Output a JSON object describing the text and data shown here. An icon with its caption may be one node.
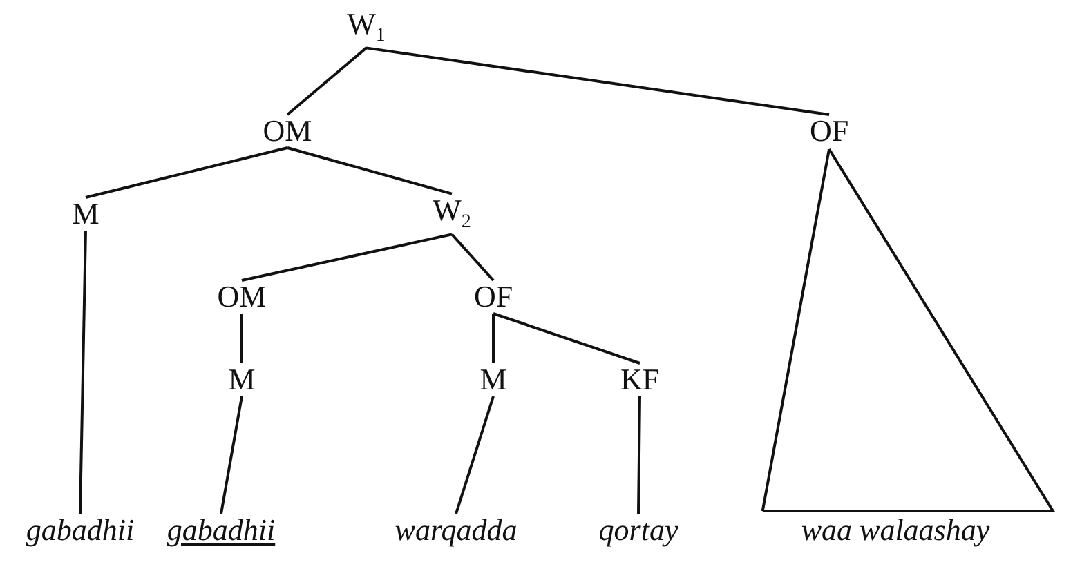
{
  "diagram": {
    "nodes": [
      {
        "text": [
          "W$_{1}$"
        ]
      },
      {
        "text": [
          "OM"
        ]
      },
      {
        "text": [
          "OF"
        ]
      },
      {
        "text": [
          "M"
        ]
      },
      {
        "text": [
          "W$_{2}$"
        ]
      },
      {
        "text": [
          "OM"
        ]
      },
      {
        "text": [
          "OF"
        ]
      },
      {
        "text": [
          "M"
        ]
      },
      {
        "text": [
          "M"
        ]
      },
      {
        "text": [
          "KF"
        ]
      },
      {
        "text": [
          "gabadhii"
        ]
      },
      {
        "text": [
          "gabadhii"
        ]
      },
      {
        "text": [
          "warqadda"
        ]
      },
      {
        "text": [
          "qortay"
        ]
      },
      {
        "text": [
          "waa walaashay"
        ]
      }
    ],
    "edges": [
      {
        "from": 0,
        "to": 1,
        "arrow": "none"
      },
      {
        "from": 0,
        "to": 2,
        "arrow": "none"
      },
      {
        "from": 1,
        "to": 3,
        "arrow": "none"
      },
      {
        "from": 1,
        "to": 4,
        "arrow": "none"
      },
      {
        "from": 3,
        "to": 10,
        "arrow": "none"
      },
      {
        "from": 4,
        "to": 5,
        "arrow": "none"
      },
      {
        "from": 4,
        "to": 6,
        "arrow": "none"
      },
      {
        "from": 5,
        "to": 7,
        "arrow": "none"
      },
      {
        "from": 7,
        "to": 11,
        "arrow": "none"
      },
      {
        "from": 6,
        "to": 8,
        "arrow": "none"
      },
      {
        "from": 6,
        "to": 9,
        "arrow": "none"
      },
      {
        "from": 8,
        "to": 12,
        "arrow": "none"
      },
      {
        "from": 9,
        "to": 13,
        "arrow": "none"
      },
      {
        "from": 2,
        "to": 14,
        "arrow": "none"
      }
    ]
  }
}
